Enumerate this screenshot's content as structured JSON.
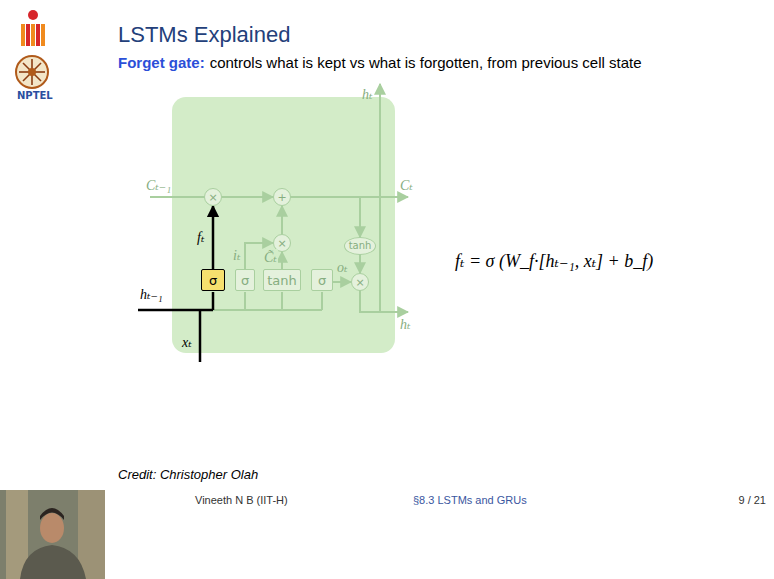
{
  "diagram": {
    "title": "LSTMs Explained",
    "nodes": [
      {
        "text": [
          "σ"
        ]
      },
      {
        "text": [
          "σ"
        ]
      },
      {
        "text": [
          "tanh"
        ]
      },
      {
        "text": [
          "σ"
        ]
      },
      {
        "text": [
          "×"
        ]
      },
      {
        "text": [
          "+"
        ]
      },
      {
        "text": [
          "×"
        ]
      },
      {
        "text": [
          "tanh"
        ]
      },
      {
        "text": [
          "×"
        ]
      }
    ],
    "edges": [
      {
        "from": 0,
        "to": 4,
        "arrow": "to",
        "label": "fₜ"
      },
      {
        "from": 1,
        "to": 6,
        "arrow": "to",
        "label": "iₜ"
      },
      {
        "from": 2,
        "to": 6,
        "arrow": "to",
        "label": "C̃ₜ"
      },
      {
        "from": 3,
        "to": 8,
        "arrow": "to",
        "label": "oₜ"
      },
      {
        "from": 4,
        "to": 5,
        "arrow": "to"
      },
      {
        "from": 6,
        "to": 5,
        "arrow": "to"
      },
      {
        "from": 5,
        "to": 7,
        "arrow": "to"
      },
      {
        "from": 7,
        "to": 8,
        "arrow": "to"
      }
    ],
    "labels": [
      "Forget gate:",
      "controls what is kept vs what is forgotten, from previous cell state",
      "Cₜ₋₁",
      "Cₜ",
      "hₜ",
      "hₜ",
      "hₜ₋₁",
      "xₜ",
      "fₜ = σ (W_f·[hₜ₋₁, xₜ] + b_f)",
      "Credit: Christopher Olah",
      "Vineeth N B (IIT-H)",
      "§8.3 LSTMs and GRUs",
      "9 / 21",
      "NPTEL"
    ]
  }
}
